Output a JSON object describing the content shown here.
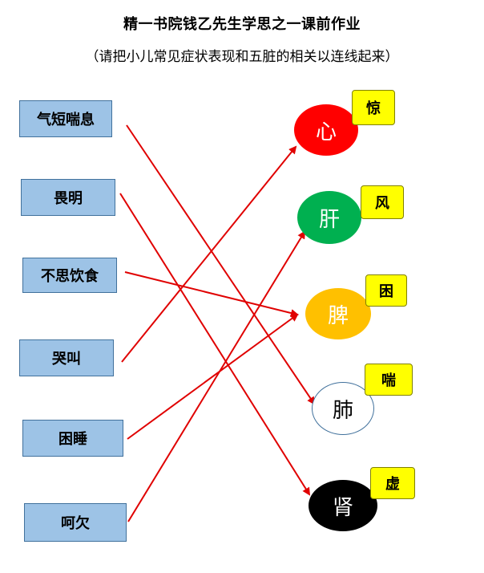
{
  "header": {
    "title": "精一书院钱乙先生学思之一课前作业",
    "subtitle": "（请把小儿常见症状表现和五脏的相关以连线起来）"
  },
  "symptoms": [
    {
      "label": "气短喘息"
    },
    {
      "label": "畏明"
    },
    {
      "label": "不思饮食"
    },
    {
      "label": "哭叫"
    },
    {
      "label": "困睡"
    },
    {
      "label": "呵欠"
    }
  ],
  "organs": [
    {
      "label": "心",
      "color": "#ff0000",
      "text_color": "#ffffff",
      "tag": "惊"
    },
    {
      "label": "肝",
      "color": "#00b050",
      "text_color": "#ffffff",
      "tag": "风"
    },
    {
      "label": "脾",
      "color": "#ffc000",
      "text_color": "#ffffff",
      "tag": "困"
    },
    {
      "label": "肺",
      "color": "#ffffff",
      "text_color": "#000000",
      "tag": "喘"
    },
    {
      "label": "肾",
      "color": "#000000",
      "text_color": "#ffffff",
      "tag": "虚"
    }
  ],
  "connections": [
    {
      "from": "气短喘息",
      "to": "肺"
    },
    {
      "from": "畏明",
      "to": "肾"
    },
    {
      "from": "不思饮食",
      "to": "脾"
    },
    {
      "from": "哭叫",
      "to": "心"
    },
    {
      "from": "困睡",
      "to": "脾"
    },
    {
      "from": "呵欠",
      "to": "肝"
    }
  ],
  "line_color": "#e00000"
}
